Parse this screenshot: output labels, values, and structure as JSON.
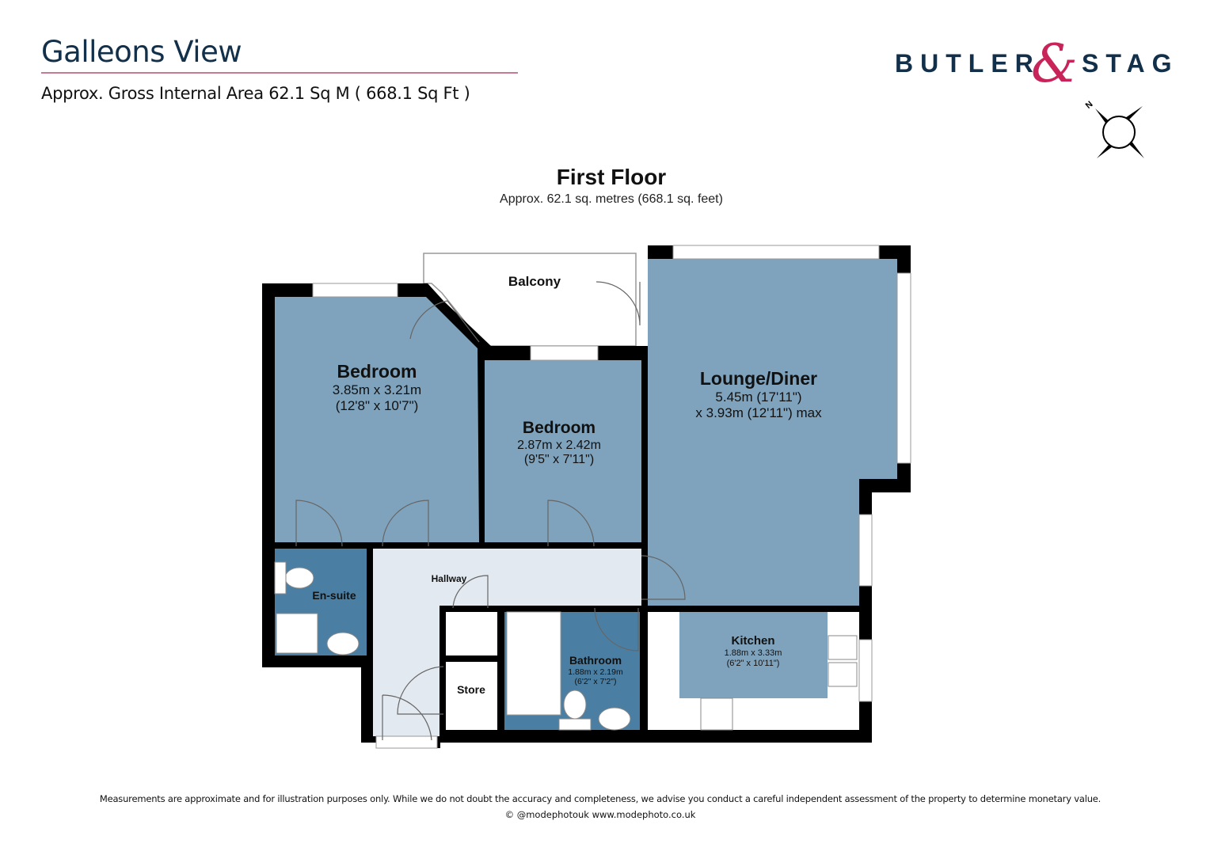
{
  "header": {
    "title": "Galleons View",
    "subtitle": "Approx. Gross Internal Area 62.1 Sq M ( 668.1 Sq Ft )"
  },
  "logo": {
    "left": "BUTLER",
    "amp": "&",
    "right": "STAG",
    "text": "BUTLER & STAG"
  },
  "compass": {
    "label": "N",
    "icon": "compass-icon"
  },
  "floor": {
    "title": "First Floor",
    "area": "Approx. 62.1 sq. metres (668.1 sq. feet)"
  },
  "rooms": {
    "bedroom1": {
      "name": "Bedroom",
      "dim_m": "3.85m x 3.21m",
      "dim_ft": "(12'8\" x 10'7\")"
    },
    "bedroom2": {
      "name": "Bedroom",
      "dim_m": "2.87m x 2.42m",
      "dim_ft": "(9'5\" x 7'11\")"
    },
    "lounge": {
      "name": "Lounge/Diner",
      "dim_m": "5.45m (17'11\")",
      "dim_ft": "x 3.93m (12'11\") max"
    },
    "balcony": {
      "name": "Balcony"
    },
    "ensuite": {
      "name": "En-suite"
    },
    "hallway": {
      "name": "Hallway"
    },
    "store": {
      "name": "Store"
    },
    "bathroom": {
      "name": "Bathroom",
      "dim_m": "1.88m x 2.19m",
      "dim_ft": "(6'2\" x 7'2\")"
    },
    "kitchen": {
      "name": "Kitchen",
      "dim_m": "1.88m x 3.33m",
      "dim_ft": "(6'2\" x 10'11\")"
    }
  },
  "colors": {
    "room": "#7fa3bd",
    "wet": "#4a7fa3",
    "hall": "#e3e9f0",
    "wall": "#000000",
    "brand_navy": "#13304a",
    "brand_pink": "#c8245a"
  },
  "footer": {
    "disclaimer": "Measurements are approximate and for illustration purposes only.  While we do not doubt the accuracy and completeness, we advise you conduct a careful independent assessment of the property to determine monetary value.",
    "copyright": "© @modephotouk www.modephoto.co.uk"
  }
}
